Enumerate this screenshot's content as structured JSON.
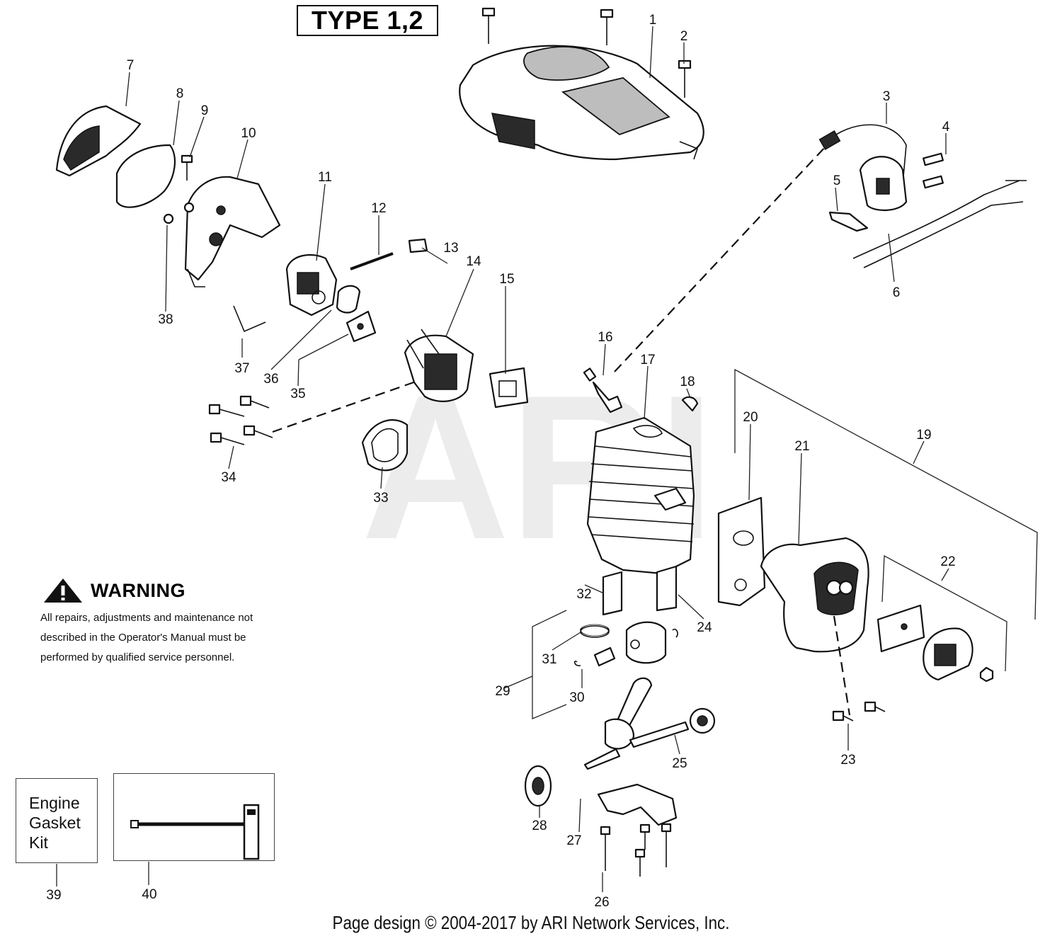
{
  "header": {
    "type_label": "TYPE 1,2"
  },
  "watermark": "ARI",
  "callouts": [
    "1",
    "2",
    "3",
    "4",
    "5",
    "6",
    "7",
    "8",
    "9",
    "10",
    "11",
    "12",
    "13",
    "14",
    "15",
    "16",
    "17",
    "18",
    "19",
    "20",
    "21",
    "22",
    "23",
    "24",
    "25",
    "26",
    "27",
    "28",
    "29",
    "30",
    "31",
    "32",
    "33",
    "34",
    "35",
    "36",
    "37",
    "38",
    "39",
    "40"
  ],
  "warning": {
    "title": "WARNING",
    "lines": [
      "All repairs, adjustments and maintenance not",
      "described in the Operator's Manual must be",
      "performed by qualified  service personnel."
    ]
  },
  "kit": {
    "line1": "Engine",
    "line2": "Gasket",
    "line3": "Kit"
  },
  "footer": "Page design © 2004-2017 by ARI Network Services, Inc."
}
